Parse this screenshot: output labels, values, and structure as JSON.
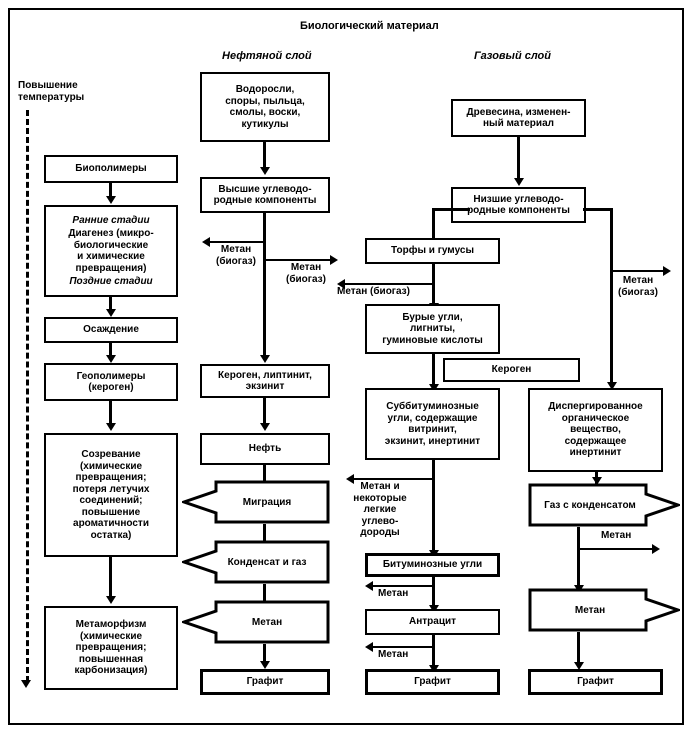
{
  "diagram": {
    "title": "Биологический материал",
    "headers": {
      "oil": "Нефтяной слой",
      "gas": "Газовый слой"
    },
    "temperature_axis": "Повышение\nтемпературы"
  },
  "left_column": {
    "biopolymers": "Биополимеры",
    "diagenesis": {
      "early": "Ранние стадии",
      "body": "Диагенез  (микро-\nбиологические\nи химические\nпревращения)",
      "late": "Поздние стадии"
    },
    "sedimentation": "Осаждение",
    "geopolymers": "Геополимеры\n(кероген)",
    "maturation": "Созревание\n(химические\nпревращения;\nпотеря летучих\nсоединений;\nповышение\nароматичности\nостатка)",
    "metamorphism": "Метаморфизм\n(химические\nпревращения;\nповышенная\nкарбонизация)"
  },
  "oil_column": {
    "source": "Водоросли,\nспоры, пыльца,\nсмолы, воски,\nкутикулы",
    "higher_hc": "Высшие углеводо-\nродные компоненты",
    "methane_left": "Метан\n(биогаз)",
    "methane_right": "Метан\n(биогаз)",
    "kerogen": "Кероген, липтинит,\nэкзинит",
    "oil": "Нефть",
    "migration": "Миграция",
    "condensate_gas": "Конденсат и газ",
    "methane": "Метан",
    "graphite": "Графит"
  },
  "gas_column": {
    "wood": "Древесина, изменен-\nный материал",
    "lower_hc": "Низшие углеводо-\nродные компоненты",
    "peat": "Торфы и гумусы",
    "methane_biogas_peat": "Метан (биогаз)",
    "methane_biogas_far": "Метан\n(биогаз)",
    "brown_coal": "Бурые угли,\nлигниты,\nгуминовые кислоты",
    "kerogen_link": "Кероген",
    "subbituminous": "Суббитуминозные\nугли, содержащие\nвитринит,\nэкзинит, инертинит",
    "dispersed_om": "Диспергированное\nорганическое\nвещество,\nсодержащее\nинертинит",
    "methane_light_hc": "Метан и\nнекоторые\nлегкие\nуглево-\nдороды",
    "bituminous": "Битуминозные угли",
    "methane_anthracite": "Метан",
    "anthracite": "Антрацит",
    "methane_graphite": "Метан",
    "graphite_coal": "Графит",
    "gas_condensate": "Газ с конденсатом",
    "methane_side": "Метан",
    "methane_big": "Метан",
    "graphite_gas": "Графит"
  },
  "colors": {
    "ink": "#000000",
    "paper": "#ffffff"
  }
}
